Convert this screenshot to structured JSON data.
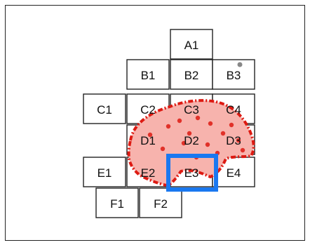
{
  "grid": {
    "cells": [
      {
        "id": "A1",
        "label": "A1"
      },
      {
        "id": "B1",
        "label": "B1"
      },
      {
        "id": "B2",
        "label": "B2"
      },
      {
        "id": "B3",
        "label": "B3"
      },
      {
        "id": "C1",
        "label": "C1"
      },
      {
        "id": "C2",
        "label": "C2"
      },
      {
        "id": "C3",
        "label": "C3"
      },
      {
        "id": "C4",
        "label": "C4"
      },
      {
        "id": "D1",
        "label": "D1"
      },
      {
        "id": "D2",
        "label": "D2"
      },
      {
        "id": "D3",
        "label": "D3"
      },
      {
        "id": "E1",
        "label": "E1"
      },
      {
        "id": "E2",
        "label": "E2"
      },
      {
        "id": "E3",
        "label": "E3"
      },
      {
        "id": "E4",
        "label": "E4"
      },
      {
        "id": "F1",
        "label": "F1"
      },
      {
        "id": "F2",
        "label": "F2"
      }
    ],
    "selected_cell": "E3"
  },
  "colors": {
    "cell_border": "#222222",
    "cell_fill": "#ffffff",
    "region_fill": "#f7b3ad",
    "region_outline": "#dd1a12",
    "selection": "#1a78f0",
    "text": "#111111"
  }
}
